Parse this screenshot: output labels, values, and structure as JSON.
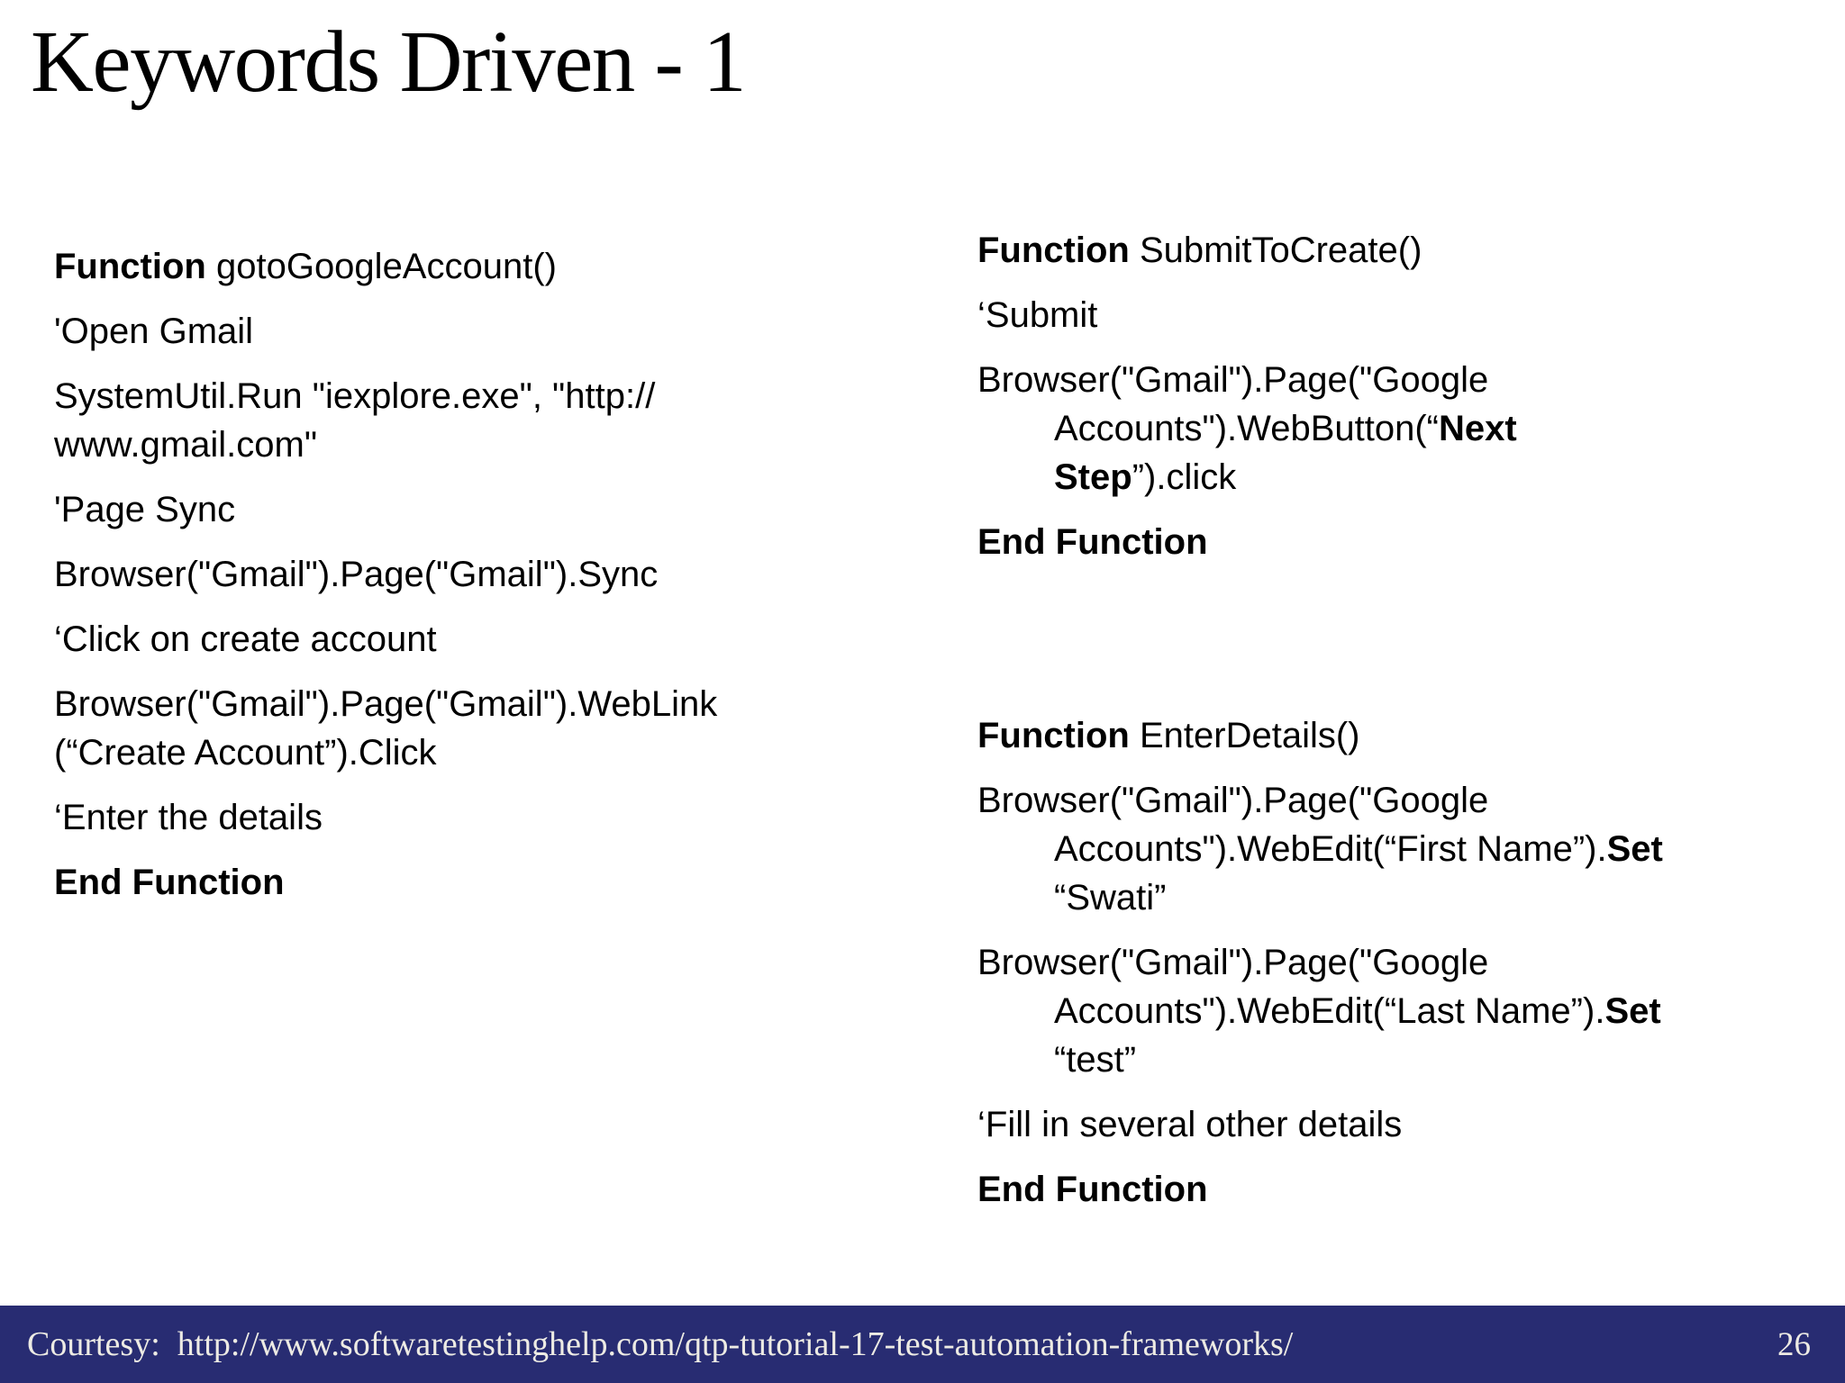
{
  "slide": {
    "title": "Keywords Driven - 1",
    "page_number": "26",
    "footer_courtesy": "Courtesy:  http://www.softwaretestinghelp.com/qtp-tutorial-17-test-automation-frameworks/",
    "colors": {
      "background": "#ffffff",
      "text": "#000000",
      "footer_bg": "#282c72",
      "footer_text": "#edebe4"
    }
  },
  "columns": {
    "left": {
      "paragraphs": [
        {
          "segments": [
            {
              "t": "Function",
              "b": true
            },
            {
              "t": " gotoGoogleAccount()"
            }
          ]
        },
        {
          "segments": [
            {
              "t": "'Open Gmail"
            }
          ]
        },
        {
          "segments": [
            {
              "t": "SystemUtil.Run \"iexplore.exe\", \"http://",
              "br": true
            },
            {
              "t": "www.gmail.com\""
            }
          ]
        },
        {
          "segments": [
            {
              "t": "'Page Sync"
            }
          ]
        },
        {
          "segments": [
            {
              "t": "Browser(\"Gmail\").Page(\"Gmail\").Sync"
            }
          ]
        },
        {
          "segments": [
            {
              "t": "‘Click on create account"
            }
          ]
        },
        {
          "segments": [
            {
              "t": "Browser(\"Gmail\").Page(\"Gmail\").WebLink",
              "br": true
            },
            {
              "t": "(“Create Account”).Click"
            }
          ]
        },
        {
          "segments": [
            {
              "t": "‘Enter the details"
            }
          ]
        },
        {
          "segments": [
            {
              "t": "End Function",
              "b": true
            }
          ]
        }
      ]
    },
    "right": {
      "paragraphs": [
        {
          "segments": [
            {
              "t": "Function",
              "b": true
            },
            {
              "t": " SubmitToCreate()"
            }
          ]
        },
        {
          "segments": [
            {
              "t": "‘Submit"
            }
          ]
        },
        {
          "segments": [
            {
              "t": "Browser(\"Gmail\").Page(\"Google",
              "br": true
            },
            {
              "t": "Accounts\").WebButton(“"
            },
            {
              "t": "Next",
              "b": true,
              "br": true
            },
            {
              "t": "Step",
              "b": true
            },
            {
              "t": "”).click"
            }
          ]
        },
        {
          "segments": [
            {
              "t": "End Function",
              "b": true
            }
          ]
        },
        {
          "gap": true
        },
        {
          "segments": [
            {
              "t": "Function",
              "b": true
            },
            {
              "t": " EnterDetails()"
            }
          ]
        },
        {
          "segments": [
            {
              "t": "Browser(\"Gmail\").Page(\"Google",
              "br": true
            },
            {
              "t": "Accounts\").WebEdit(“First Name”)."
            },
            {
              "t": "Set",
              "b": true,
              "br": true
            },
            {
              "t": "“Swati”"
            }
          ]
        },
        {
          "segments": [
            {
              "t": "Browser(\"Gmail\").Page(\"Google",
              "br": true
            },
            {
              "t": "Accounts\").WebEdit(“Last Name”)."
            },
            {
              "t": "Set",
              "b": true,
              "br": true
            },
            {
              "t": "“test”"
            }
          ]
        },
        {
          "segments": [
            {
              "t": "‘Fill in several other details"
            }
          ]
        },
        {
          "segments": [
            {
              "t": "End Function",
              "b": true
            }
          ]
        }
      ]
    }
  }
}
